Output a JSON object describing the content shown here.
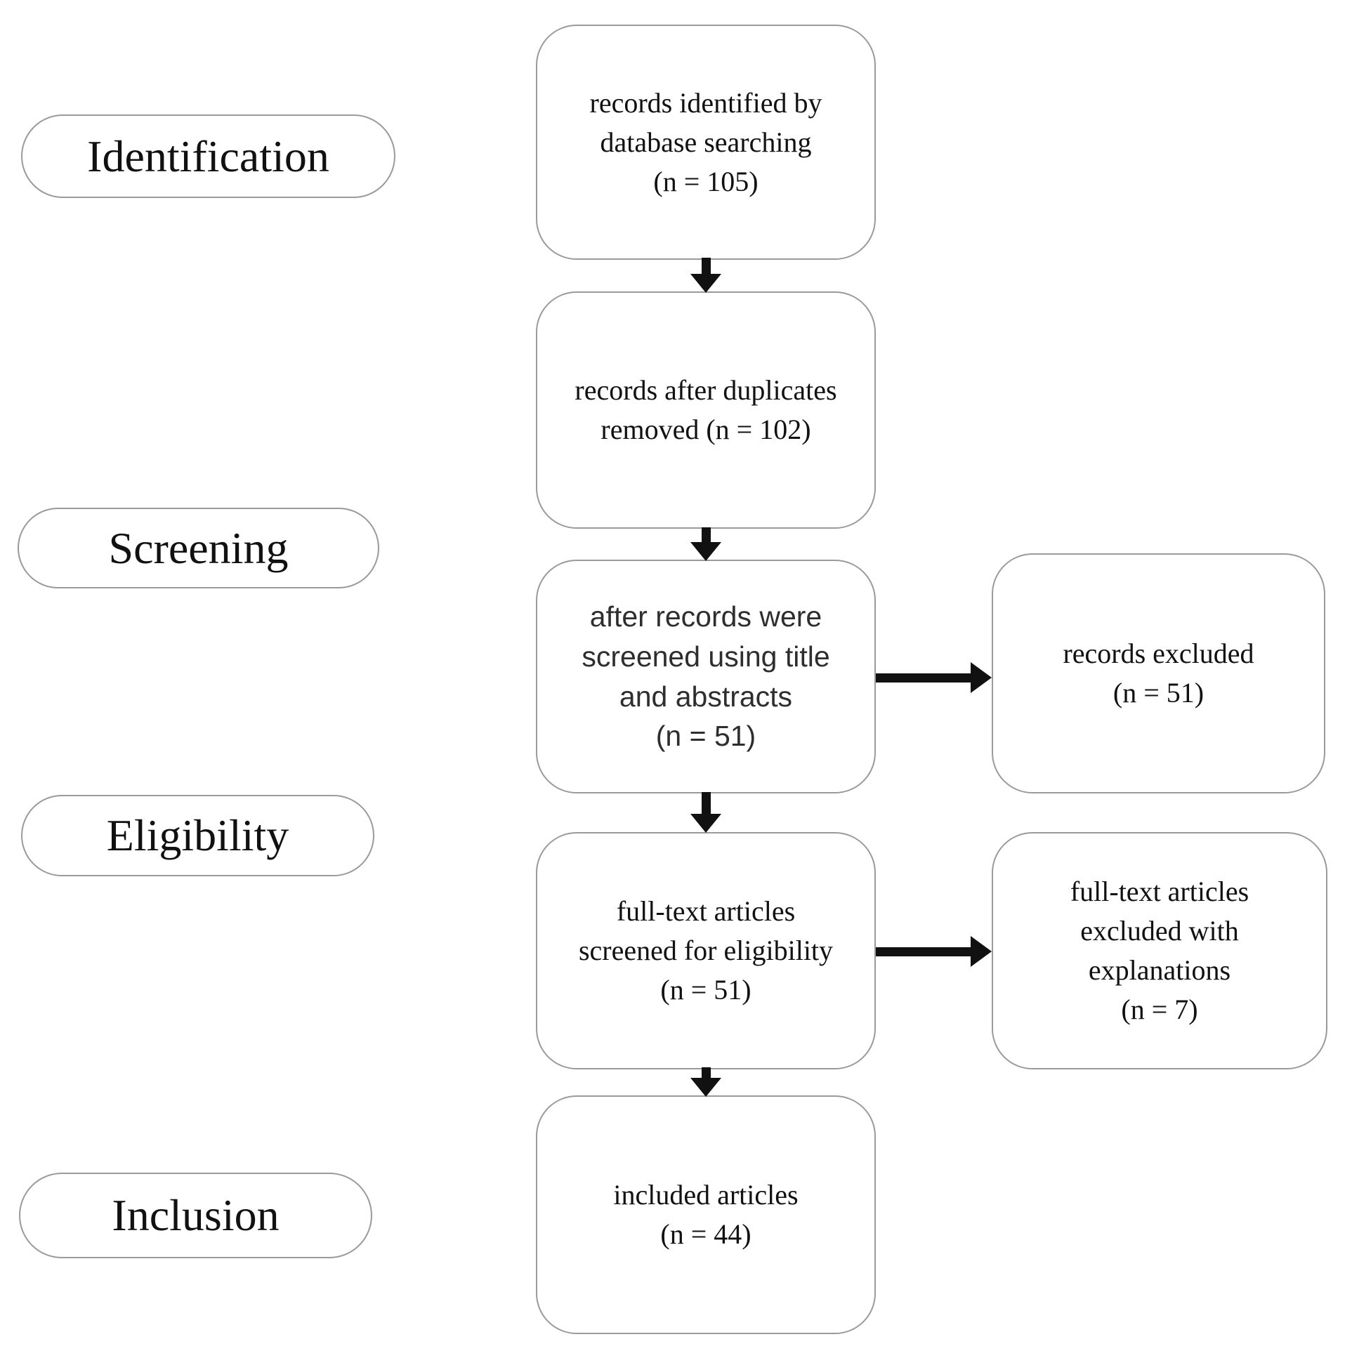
{
  "diagram_type": "PRISMA flow diagram",
  "colors": {
    "background": "#ffffff",
    "box_border": "#9a9a9a",
    "text": "#111111",
    "arrow": "#111111"
  },
  "stage_labels": {
    "identification": "Identification",
    "screening": "Screening",
    "eligibility": "Eligibility",
    "inclusion": "Inclusion"
  },
  "flow_boxes": {
    "identified": {
      "lines": [
        "records identified by",
        "database searching",
        "(n = 105)"
      ],
      "n": 105
    },
    "duplicates_removed": {
      "lines": [
        "records after duplicates",
        "removed (n = 102)"
      ],
      "n": 102
    },
    "title_abstract_screened": {
      "lines": [
        "after records were",
        "screened using title",
        "and abstracts",
        "(n = 51)"
      ],
      "n": 51
    },
    "fulltext_screened": {
      "lines": [
        "full-text articles",
        "screened for eligibility",
        "(n = 51)"
      ],
      "n": 51
    },
    "included": {
      "lines": [
        "included articles",
        "(n = 44)"
      ],
      "n": 44
    }
  },
  "excluded_boxes": {
    "records_excluded": {
      "lines": [
        "records excluded",
        "(n = 51)"
      ],
      "n": 51
    },
    "fulltext_excluded": {
      "lines": [
        "full-text articles",
        "excluded with",
        "explanations",
        "(n = 7)"
      ],
      "n": 7
    }
  }
}
